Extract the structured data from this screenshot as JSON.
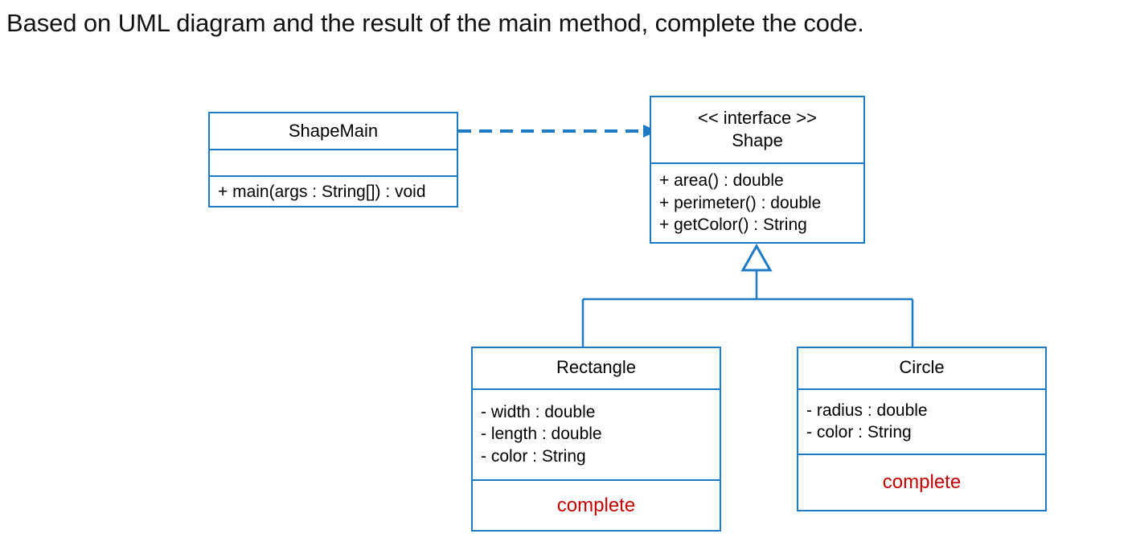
{
  "prompt": {
    "text": "Based on UML diagram and the result of the main method, complete the code."
  },
  "colors": {
    "edge_blue": "#1F7AC4",
    "todo_red": "#C00000",
    "text_black": "#000000",
    "background": "#FFFFFF"
  },
  "diagram": {
    "type": "uml-class-diagram",
    "classes": {
      "shapemain": {
        "name": "ShapeMain",
        "stereotype": "",
        "attributes": [],
        "operations": [
          "+ main(args : String[]) : void"
        ],
        "empty_compartment": ""
      },
      "shape": {
        "stereotype": "<< interface >>",
        "name": "Shape",
        "operations": [
          "+ area() : double",
          "+ perimeter() : double",
          "+ getColor() : String"
        ]
      },
      "rectangle": {
        "name": "Rectangle",
        "attributes": [
          "- width : double",
          "- length : double",
          "- color : String"
        ],
        "operations_placeholder": "complete"
      },
      "circle": {
        "name": "Circle",
        "attributes": [
          "- radius : double",
          "- color : String"
        ],
        "operations_placeholder": "complete"
      }
    },
    "relationships": [
      {
        "kind": "dependency",
        "style": "dashed-open-arrow",
        "from": "ShapeMain",
        "to": "Shape"
      },
      {
        "kind": "realization",
        "style": "solid-hollow-triangle",
        "from": "Rectangle",
        "to": "Shape"
      },
      {
        "kind": "realization",
        "style": "solid-hollow-triangle",
        "from": "Circle",
        "to": "Shape"
      }
    ]
  }
}
